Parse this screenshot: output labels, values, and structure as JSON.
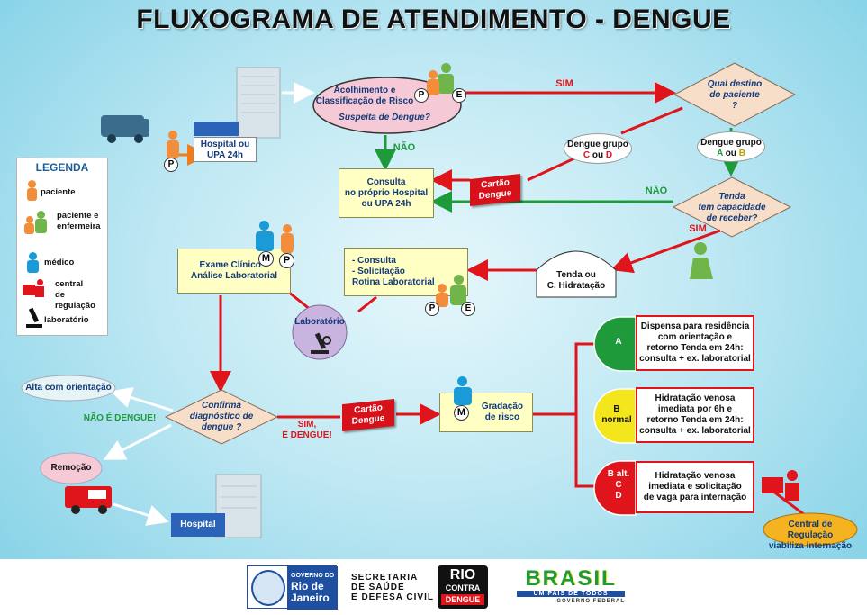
{
  "title": "FLUXOGRAMA DE ATENDIMENTO - DENGUE",
  "hospital_entry": "Hospital ou\nUPA 24h",
  "acolhimento": {
    "text": "Acolhimento e\nClassificação de Risco",
    "question": "Suspeita de Dengue?"
  },
  "labels": {
    "sim_top": "SIM",
    "nao_down": "NÃO",
    "nao_tenda": "NÃO",
    "sim_tenda": "SIM",
    "sim_dengue": "SIM,\nÉ DENGUE!",
    "nao_dengue": "NÃO É DENGUE!"
  },
  "destino_diamond": "Qual destino\ndo paciente\n?",
  "grupo_cd": {
    "text": "Dengue grupo",
    "c": "C",
    "ou": "ou",
    "d": "D"
  },
  "grupo_ab": {
    "text": "Dengue grupo",
    "a": "A",
    "ou": "ou",
    "b": "B"
  },
  "consulta_box": "Consulta\nno próprio Hospital\nou UPA 24h",
  "cartao_label": "Cartão\nDengue",
  "tenda_diamond": "Tenda\ntem capacidade\nde receber?",
  "tenda_box": "Tenda ou\nC. Hidratação",
  "rotina_box": "- Consulta\n- Solicitação\nRotina Laboratorial",
  "exame_box": "Exame Clínico +\nAnálise Laboratorial",
  "laboratorio": "Laboratório",
  "confirma_diamond": "Confirma\ndiagnóstico de\ndengue ?",
  "alta": "Alta com orientação",
  "remocao": "Remoção",
  "hospital_final": "Hospital",
  "gradacao": "Gradação\nde risco",
  "groups": [
    {
      "id": "A",
      "label": "A",
      "color": "#1e9a3a",
      "text": "Dispensa para residência\ncom orientação e\nretorno Tenda em 24h:\nconsulta + ex. laboratorial"
    },
    {
      "id": "B",
      "label": "B\nnormal",
      "color": "#f4e61c",
      "text": "Hidratação venosa\nimediata por 6h e\nretorno Tenda em 24h:\nconsulta + ex. laboratorial"
    },
    {
      "id": "C",
      "label": "B alt.\nC\nD",
      "color": "#e0141b",
      "text": "Hidratação venosa\nimediata e solicitação\nde vaga para internação"
    }
  ],
  "central": "Central de Regulação\nviabiliza internação",
  "legend": {
    "title": "LEGENDA",
    "items": [
      "paciente",
      "paciente e\nenfermeira",
      "médico",
      "central\nde regulação",
      "laboratório"
    ]
  },
  "markers": {
    "p": "P",
    "e": "E",
    "m": "M"
  },
  "footer": {
    "gov_a": "GOVERNO DO",
    "gov_b": "Rio de\nJaneiro",
    "secretaria": "SECRETARIA\nDE SAÚDE\nE DEFESA CIVIL",
    "rio_a": "RIO",
    "rio_b": "CONTRA",
    "rio_c": "DENGUE",
    "brasil": "BRASIL",
    "brasil_sub": "UM PAÍS DE TODOS",
    "brasil_gov": "GOVERNO FEDERAL"
  },
  "colors": {
    "red": "#e0141b",
    "green": "#1e9a3a",
    "white": "#ffffff",
    "orange": "#f07d1a"
  }
}
